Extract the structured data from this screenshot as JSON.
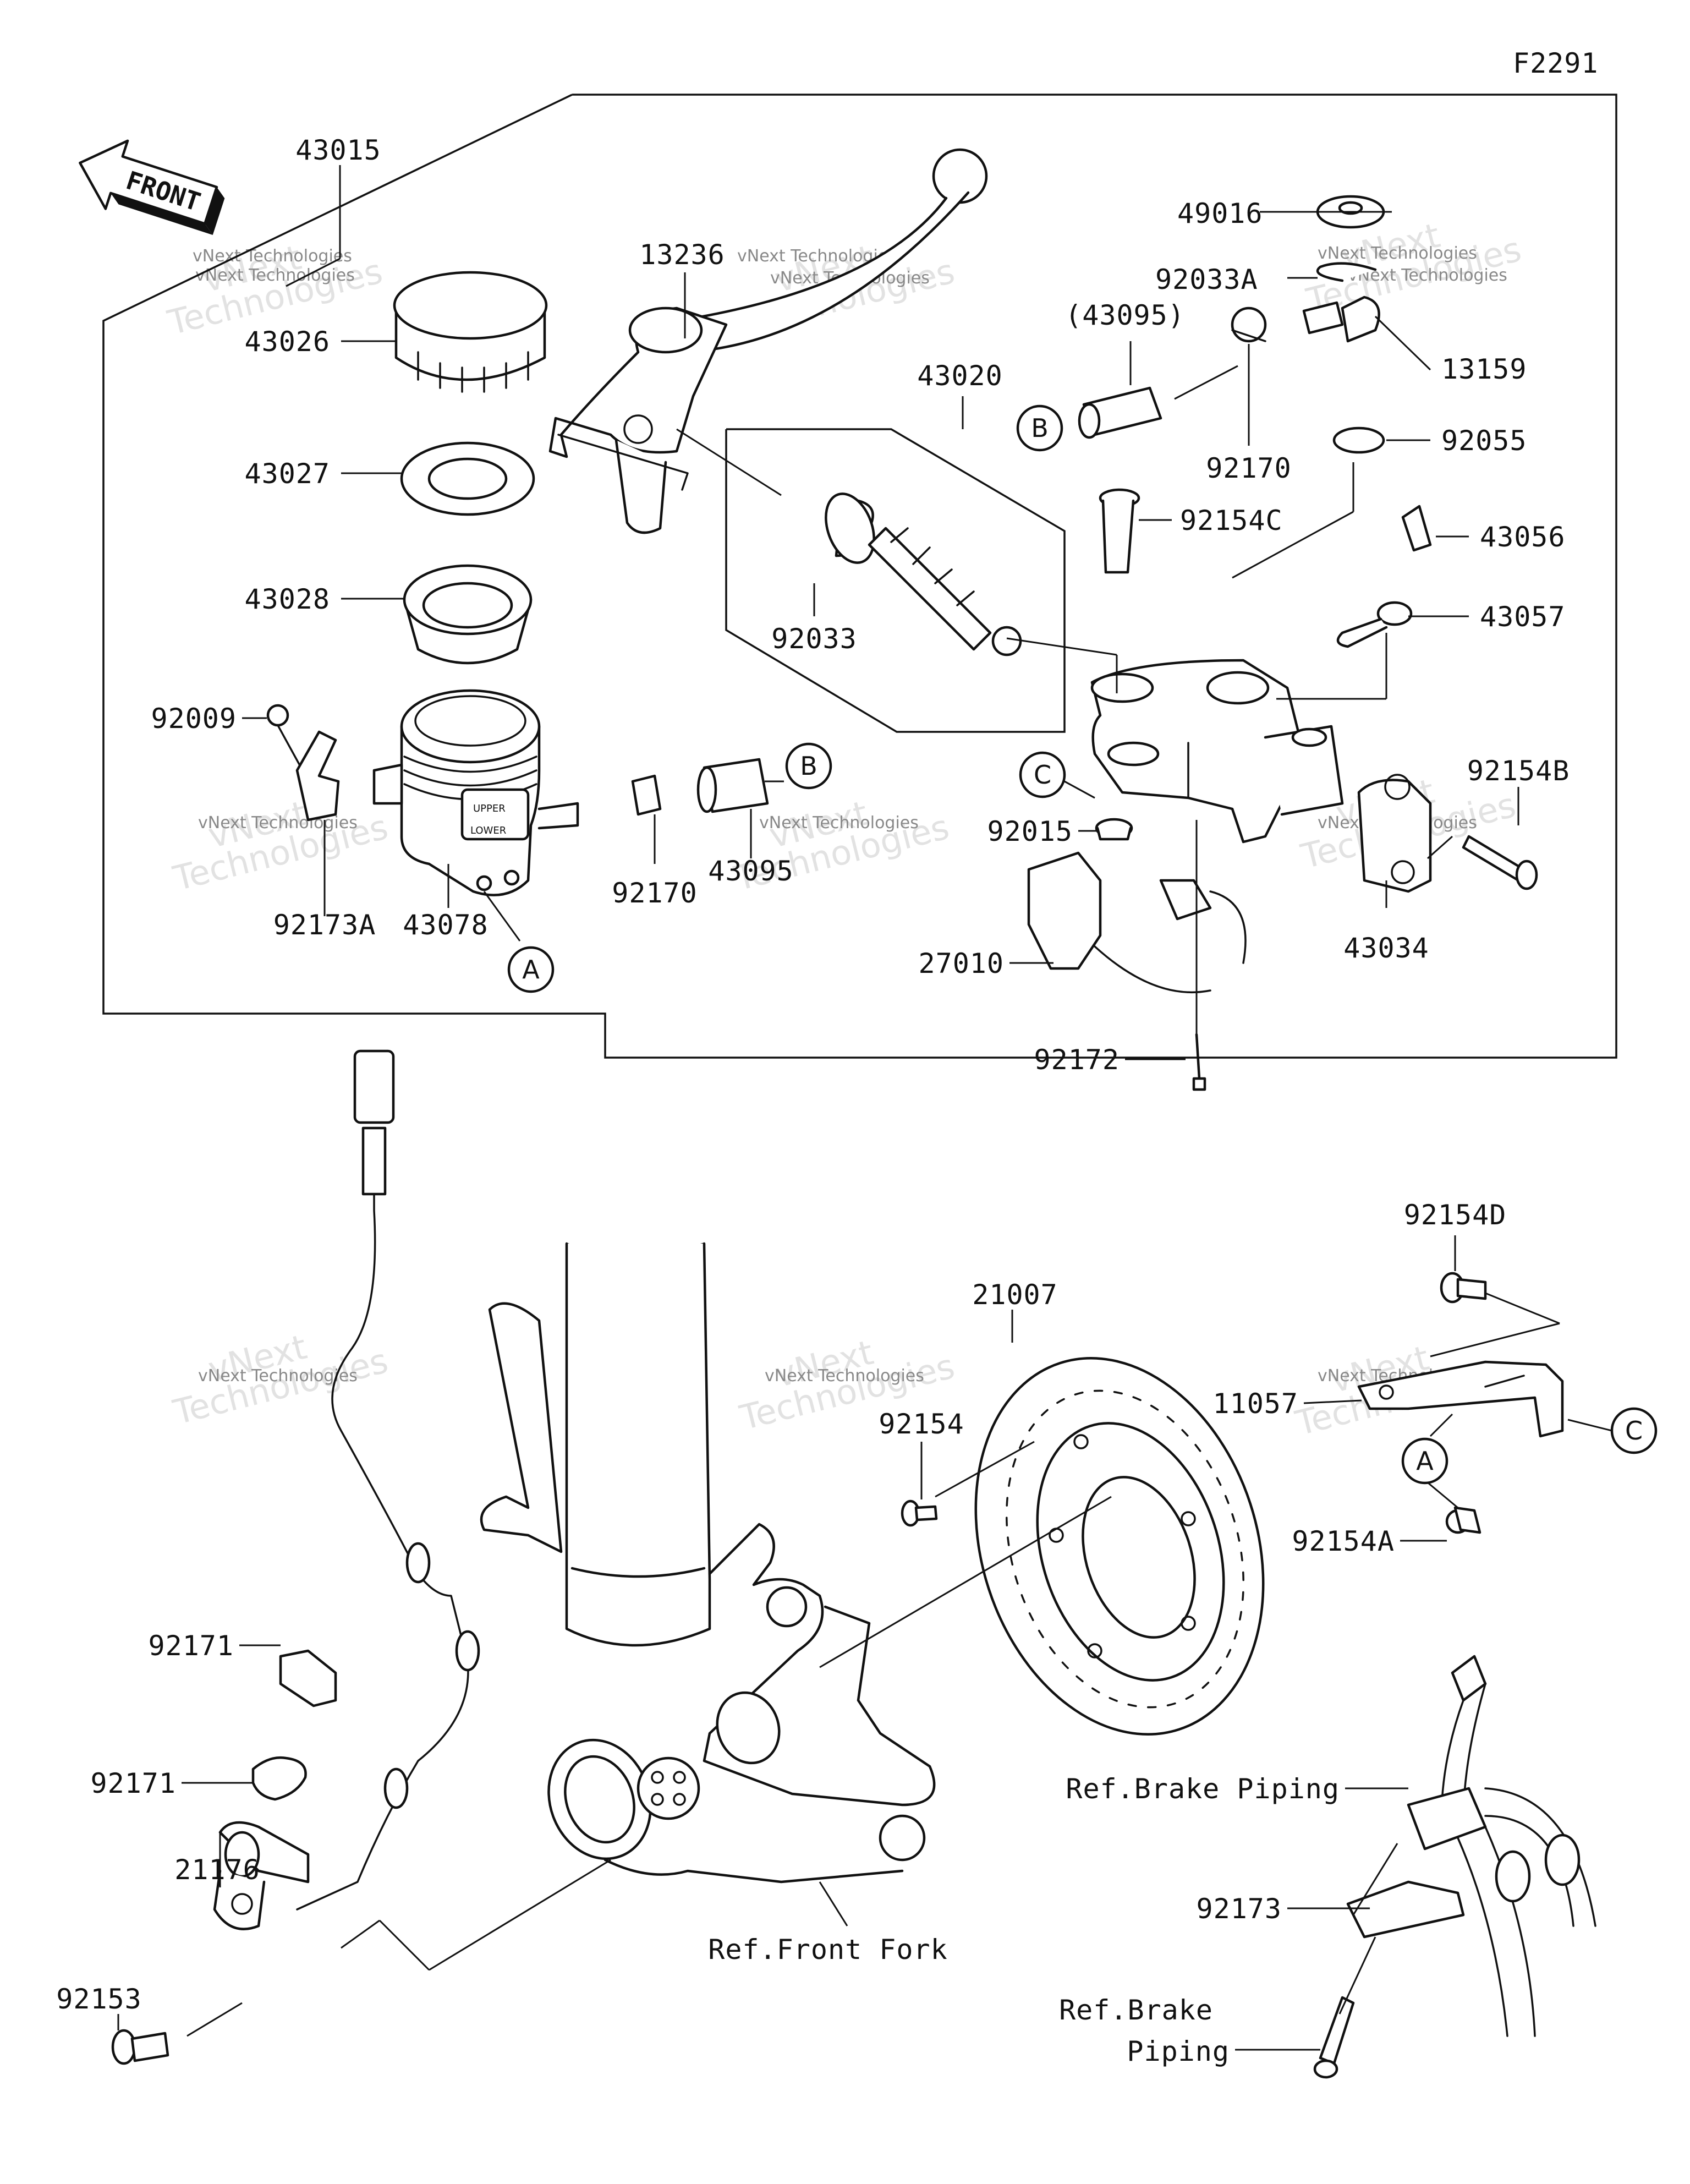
{
  "diagram_code": "F2291",
  "front_arrow_text": "FRONT",
  "labels": {
    "p43015": "43015",
    "p13236": "13236",
    "p43026": "43026",
    "p43027": "43027",
    "p43028": "43028",
    "p92009": "92009",
    "p92173A": "92173A",
    "p43078": "43078",
    "p92170a": "92170",
    "p43095a": "43095",
    "p43020": "43020",
    "p92033": "92033",
    "p49016": "49016",
    "p92033A": "92033A",
    "p43095b": "(43095)",
    "p13159": "13159",
    "p92170b": "92170",
    "p92055": "92055",
    "p92154C": "92154C",
    "p43056": "43056",
    "p43057": "43057",
    "p92154B": "92154B",
    "p92015": "92015",
    "p43034": "43034",
    "p27010": "27010",
    "p92172": "92172",
    "p92154D": "92154D",
    "p21007": "21007",
    "p11057": "11057",
    "p92154": "92154",
    "p92154A": "92154A",
    "p92171a": "92171",
    "p92171b": "92171",
    "p21176": "21176",
    "p92153": "92153",
    "ref_front_fork": "Ref.Front Fork",
    "ref_brake_piping_1": "Ref.Brake Piping",
    "p92173": "92173",
    "ref_brake_piping_2a": "Ref.Brake",
    "ref_brake_piping_2b": "Piping"
  },
  "callouts": {
    "A": "A",
    "B": "B",
    "C": "C"
  },
  "watermark": {
    "line1": "vNext Technologies",
    "big1": "vNext",
    "big2": "Technologies"
  }
}
